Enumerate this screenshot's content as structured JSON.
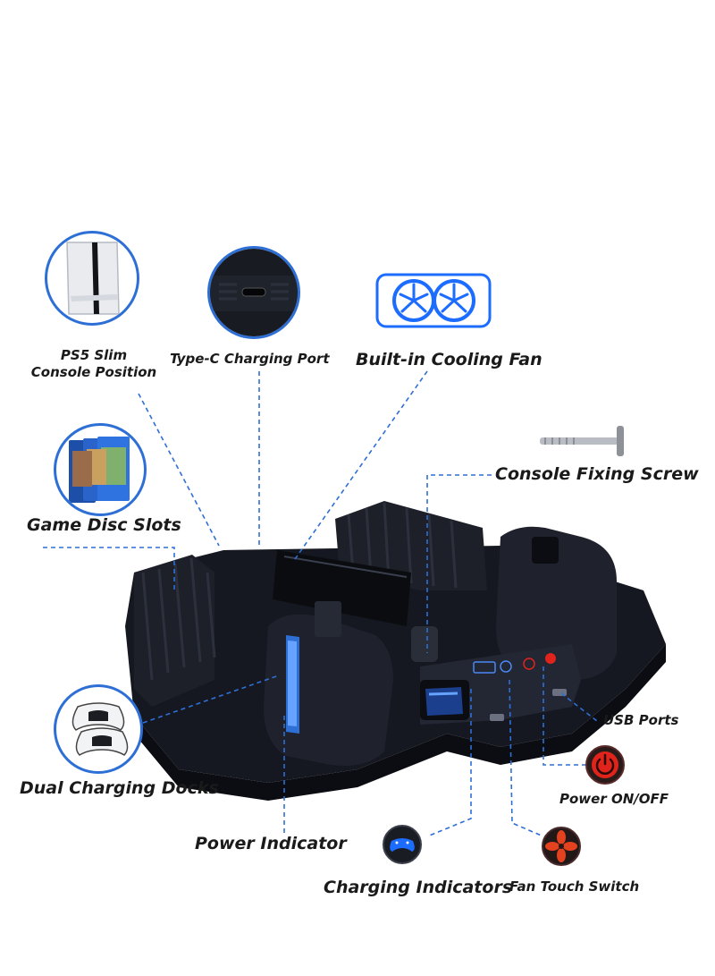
{
  "callouts": {
    "ps5_slim_line1": "PS5 Slim",
    "ps5_slim_line2": "Console Position",
    "type_c_port": "Type-C Charging Port",
    "cooling_fan": "Built-in Cooling Fan",
    "fixing_screw": "Console Fixing Screw",
    "game_disc_slots": "Game Disc Slots",
    "usb_ports": "USB Ports",
    "power_on_off": "Power ON/OFF",
    "dual_charging_docks": "Dual Charging Docks",
    "power_indicator": "Power Indicator",
    "charging_indicators": "Charging Indicators",
    "fan_touch_switch": "Fan Touch Switch"
  },
  "icons": {
    "accent": "#2e6fd6",
    "power": "#e0241b",
    "fan_switch": "#e4421e",
    "indicator_blue": "#1c6cff",
    "product": "#151820"
  }
}
